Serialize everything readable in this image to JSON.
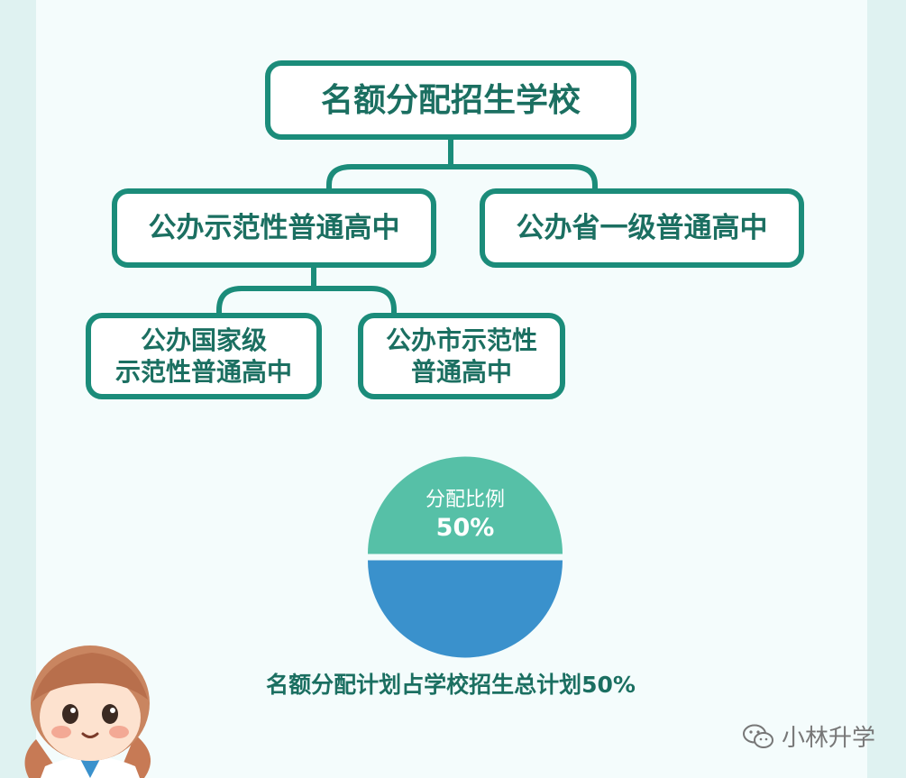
{
  "tree": {
    "root": "名额分配招生学校",
    "level1": [
      {
        "label": "公办示范性普通高中"
      },
      {
        "label": "公办省一级普通高中"
      }
    ],
    "level2": [
      {
        "line1": "公办国家级",
        "line2": "示范性普通高中"
      },
      {
        "line1": "公办市示范性",
        "line2": "普通高中"
      }
    ]
  },
  "pie": {
    "slices": [
      {
        "label": "分配比例",
        "value": 50,
        "value_label": "50%",
        "color": "#56c0a7"
      },
      {
        "label": "",
        "value": 50,
        "color": "#3a91cc"
      }
    ]
  },
  "caption": "名额分配计划占学校招生总计划50%",
  "watermark": {
    "text": "小林升学",
    "icon": "wechat-icon"
  },
  "colors": {
    "border": "#1b8c7a",
    "text": "#1b6f61",
    "background": "#f4fcfc"
  }
}
